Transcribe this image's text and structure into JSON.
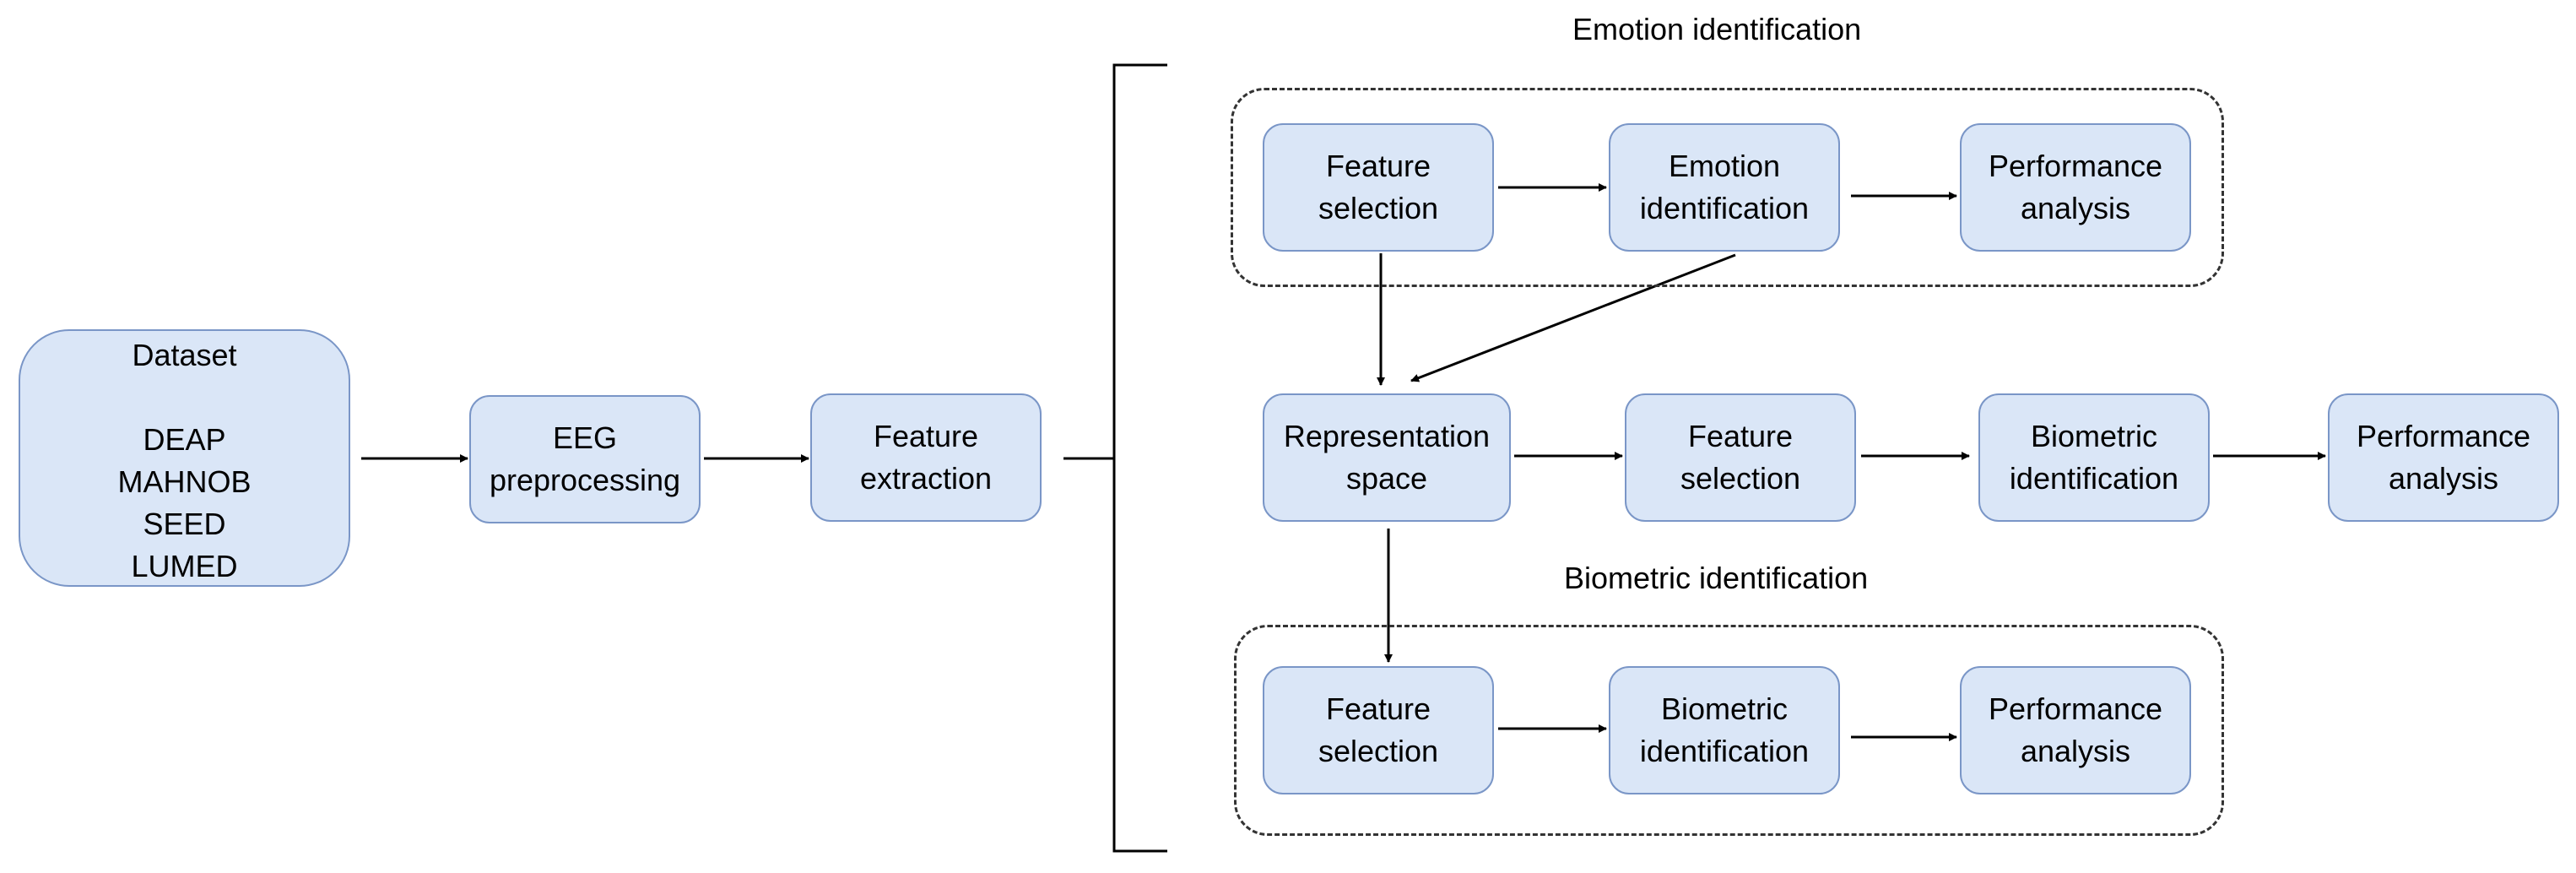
{
  "titles": {
    "emotion_group": "Emotion identification",
    "biometric_group": "Biometric identification"
  },
  "nodes": {
    "dataset": "Dataset\n\nDEAP\nMAHNOB\nSEED\nLUMED",
    "eeg_preprocessing": "EEG\npreprocessing",
    "feature_extraction": "Feature\nextraction",
    "emo_feature_selection": "Feature\nselection",
    "emo_emotion_identification": "Emotion\nidentification",
    "emo_performance_analysis": "Performance\nanalysis",
    "representation_space": "Representation\nspace",
    "mid_feature_selection": "Feature\nselection",
    "mid_biometric_identification": "Biometric\nidentification",
    "mid_performance_analysis": "Performance\nanalysis",
    "bio_feature_selection": "Feature\nselection",
    "bio_biometric_identification": "Biometric\nidentification",
    "bio_performance_analysis": "Performance\nanalysis"
  },
  "colors": {
    "node_fill": "#dae6f7",
    "node_border": "#7a96c7",
    "line": "#000000"
  }
}
